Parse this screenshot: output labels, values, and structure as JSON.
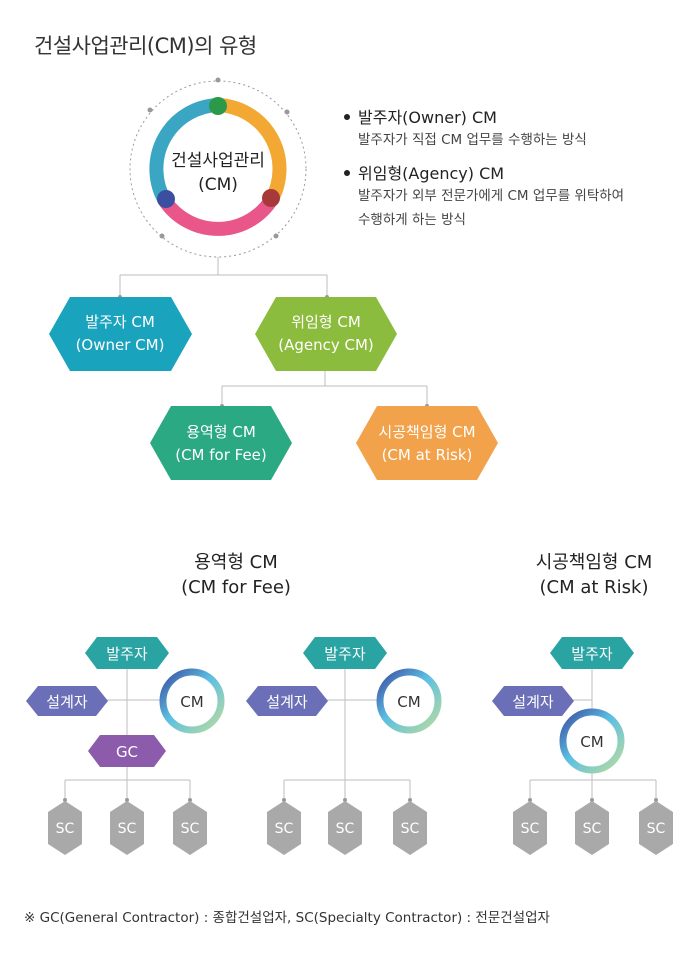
{
  "title": "건설사업관리(CM)의 유형",
  "center_circle": {
    "line1": "건설사업관리",
    "line2": "(CM)"
  },
  "legend": [
    {
      "head": "발주자(Owner) CM",
      "desc": [
        "발주자가 직접 CM 업무를 수행하는 방식"
      ]
    },
    {
      "head": "위임형(Agency) CM",
      "desc": [
        "발주자가 외부 전문가에게 CM 업무를 위탁하여",
        "수행하게 하는 방식"
      ]
    }
  ],
  "tree": {
    "owner": {
      "line1": "발주자 CM",
      "line2": "(Owner CM)",
      "color": "#1aa3bd"
    },
    "agency": {
      "line1": "위임형 CM",
      "line2": "(Agency CM)",
      "color": "#8cbc3e"
    },
    "fee": {
      "line1": "용역형 CM",
      "line2": "(CM for Fee)",
      "color": "#2aa982"
    },
    "risk": {
      "line1": "시공책임형 CM",
      "line2": "(CM at Risk)",
      "color": "#f2a24a"
    }
  },
  "section_fee": {
    "line1": "용역형 CM",
    "line2": "(CM for Fee)"
  },
  "section_risk": {
    "line1": "시공책임형 CM",
    "line2": "(CM at Risk)"
  },
  "labels": {
    "owner": "발주자",
    "designer": "설계자",
    "gc": "GC",
    "cm": "CM",
    "sc": "SC"
  },
  "colors": {
    "owner_tag": "#2aa3a3",
    "designer_tag": "#6b6fb8",
    "gc_tag": "#8c5bab",
    "sc": "#a9a9a9",
    "ring_orange": "#f2a833",
    "ring_red": "#a63a3a",
    "ring_pink": "#e8568a",
    "ring_blue": "#3aa6c4",
    "ring_navy": "#3b4ea0",
    "ring_green": "#2a9a4a"
  },
  "footnote": "※ GC(General Contractor) : 종합건설업자, SC(Specialty Contractor) : 전문건설업자"
}
